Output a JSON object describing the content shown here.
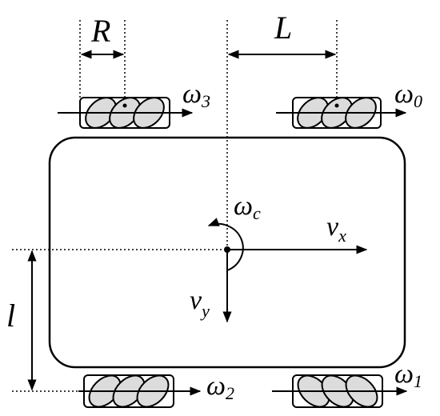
{
  "labels": {
    "R": "R",
    "L": "L",
    "l": "l",
    "omega": "ω",
    "omega_c_sub": "c",
    "omega_0_sub": "0",
    "omega_1_sub": "1",
    "omega_2_sub": "2",
    "omega_3_sub": "3",
    "v": "v",
    "vx_sub": "x",
    "vy_sub": "y"
  },
  "colors": {
    "line": "#000000",
    "roller_fill": "#dcdcdc",
    "background": "#ffffff"
  }
}
